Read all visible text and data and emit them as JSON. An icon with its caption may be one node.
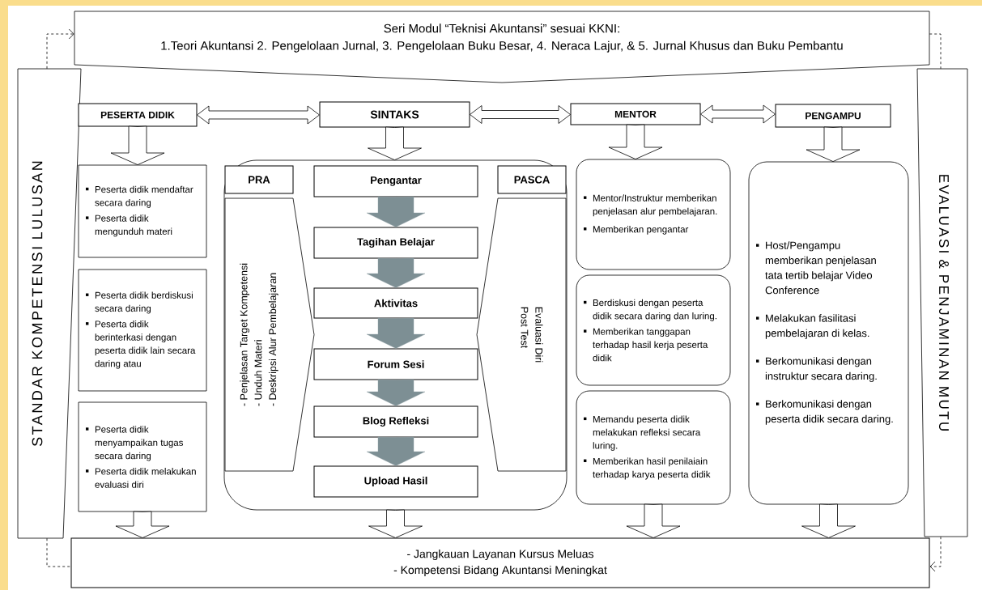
{
  "diagram": {
    "nodes": [
      {
        "text": [
          "Seri Modul “Teknisi Akuntansi” sesuai KKNI:",
          "1.Teori Akuntansi 2. Pengelolaan Jurnal, 3. Pengelolaan Buku Besar, 4. Neraca Lajur, & 5. Jurnal Khusus dan Buku Pembantu"
        ]
      },
      {
        "text": [
          "STANDAR KOMPETENSI LULUSAN"
        ]
      },
      {
        "text": [
          "EVALUASI & PENJAMINAN MUTU"
        ]
      },
      {
        "text": [
          "PESERTA DIDIK"
        ]
      },
      {
        "text": [
          "SINTAKS"
        ]
      },
      {
        "text": [
          "MENTOR"
        ]
      },
      {
        "text": [
          "PENGAMPU"
        ]
      },
      {
        "text": [
          "Peserta didik mendaftar secara daring",
          "Peserta didik mengunduh materi"
        ]
      },
      {
        "text": [
          "Peserta didik berdiskusi secara daring",
          "Peserta didik berinterkasi dengan peserta didik lain secara daring atau"
        ]
      },
      {
        "text": [
          "Peserta didik menyampaikan tugas secara daring",
          "Peserta didik melakukan evaluasi diri"
        ]
      },
      {
        "text": [],
        "shape": "box"
      },
      {
        "text": [
          "PRA"
        ],
        "in": 10
      },
      {
        "text": [
          "Pengantar"
        ],
        "in": 10
      },
      {
        "text": [
          "PASCA"
        ],
        "in": 10
      },
      {
        "text": [
          "- Penjelasan Target Kompetensi",
          "- Unduh Materi",
          "- Deskripsi Alur Pembelajaran"
        ],
        "in": 10
      },
      {
        "text": [
          "Tagihan Belajar"
        ],
        "in": 10
      },
      {
        "text": [
          "Aktivitas"
        ],
        "in": 10
      },
      {
        "text": [
          "Forum Sesi"
        ],
        "in": 10
      },
      {
        "text": [
          "Blog Refleksi"
        ],
        "in": 10
      },
      {
        "text": [
          "Upload Hasil"
        ],
        "in": 10
      },
      {
        "text": [
          "Evaluasi Diri",
          "Post Test"
        ],
        "in": 10
      },
      {
        "text": [
          "Mentor/Instruktur memberikan penjelasan alur pembelajaran.",
          "Memberikan pengantar"
        ]
      },
      {
        "text": [
          "Berdiskusi dengan peserta didik secara daring dan luring.",
          "Memberikan tanggapan terhadap hasil kerja peserta didik"
        ]
      },
      {
        "text": [
          "Memandu peserta didik melakukan refleksi secara luring.",
          "Memberikan hasil penilaiain terhadap karya peserta didik"
        ]
      },
      {
        "text": [
          "Host/Pengampu memberikan penjelasan tata tertib belajar Video Conference",
          "Melakukan fasilitasi pembelajaran di kelas.",
          "Berkomunikasi dengan instruktur secara daring.",
          "Berkomunikasi dengan peserta didik secara daring."
        ]
      },
      {
        "text": [
          "- Jangkauan Layanan Kursus Meluas",
          "- Kompetensi Bidang Akuntansi Meningkat"
        ]
      }
    ],
    "edges": [
      {
        "from": 3,
        "to": 4,
        "arrow": "both"
      },
      {
        "from": 4,
        "to": 5,
        "arrow": "both"
      },
      {
        "from": 5,
        "to": 6,
        "arrow": "both"
      },
      {
        "from": 3,
        "to": 7,
        "arrow": "to"
      },
      {
        "from": 4,
        "to": 10,
        "arrow": "to"
      },
      {
        "from": 5,
        "to": 21,
        "arrow": "to"
      },
      {
        "from": 6,
        "to": 24,
        "arrow": "to"
      },
      {
        "from": 12,
        "to": 15,
        "arrow": "to"
      },
      {
        "from": 15,
        "to": 16,
        "arrow": "to"
      },
      {
        "from": 16,
        "to": 17,
        "arrow": "to"
      },
      {
        "from": 17,
        "to": 18,
        "arrow": "to"
      },
      {
        "from": 18,
        "to": 19,
        "arrow": "to"
      },
      {
        "from": 9,
        "to": 25,
        "arrow": "to"
      },
      {
        "from": 10,
        "to": 25,
        "arrow": "to"
      },
      {
        "from": 23,
        "to": 25,
        "arrow": "to"
      },
      {
        "from": 24,
        "to": 25,
        "arrow": "to"
      },
      {
        "from": 1,
        "to": 0,
        "arrow": "to",
        "style": "dashed"
      },
      {
        "from": 0,
        "to": 2,
        "arrow": "none",
        "style": "dashed"
      },
      {
        "from": 1,
        "to": 25,
        "arrow": "none",
        "style": "dashed"
      },
      {
        "from": 2,
        "to": 25,
        "arrow": "to",
        "style": "dashed"
      }
    ]
  }
}
